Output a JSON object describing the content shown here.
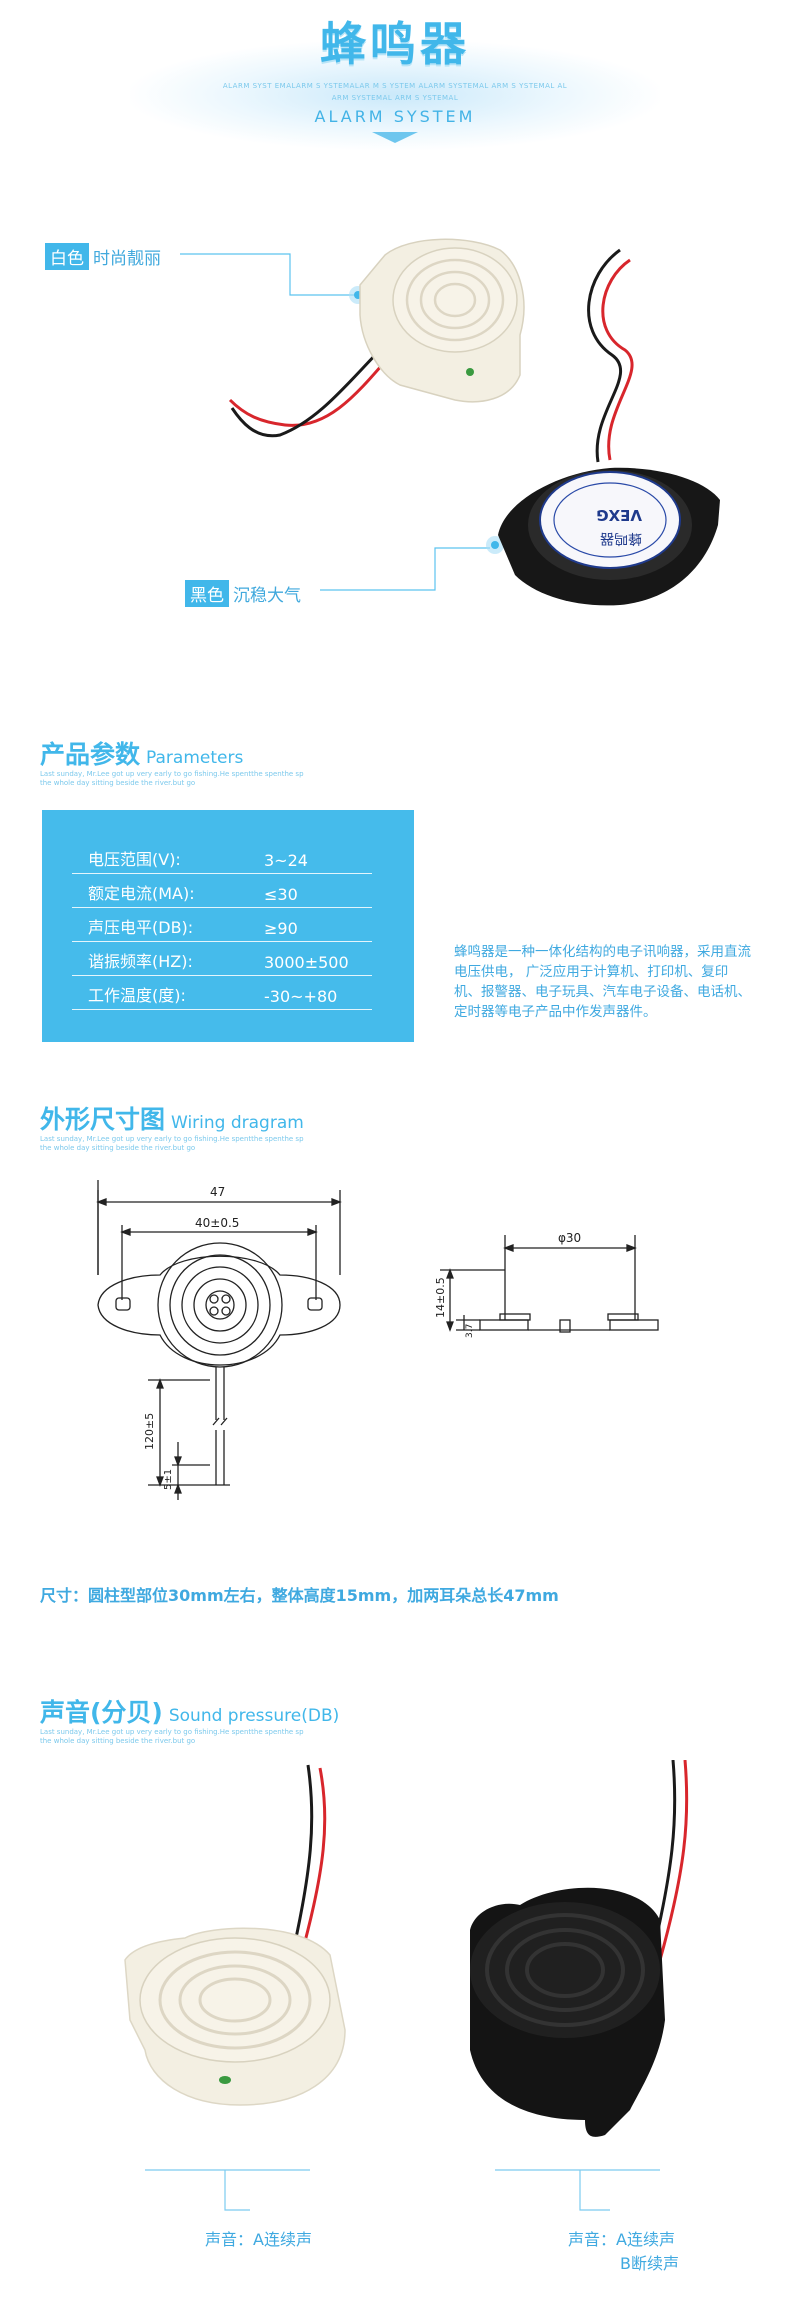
{
  "header": {
    "title": "蜂鸣器",
    "tiny_line1": "ALARM SYST EMALARM S YSTEMALAR M S YSTEM ALARM SYSTEMAL ARM S YSTEMAL AL",
    "tiny_line2": "ARM SYSTEMAL ARM S YSTEMAL",
    "subtitle": "ALARM SYSTEM"
  },
  "product_tags": {
    "white": {
      "pill": "白色",
      "text": "时尚靓丽"
    },
    "black": {
      "pill": "黑色",
      "text": "沉稳大气"
    }
  },
  "buzzer_label": {
    "brand": "VEXG",
    "cn": "蜂鸣器"
  },
  "params_section": {
    "title_cn": "产品参数",
    "title_en": "Parameters",
    "small_line1": "Last sunday, Mr.Lee got up very early to go fishing.He spentthe spenthe sp",
    "small_line2": "the whole day sitting beside the river.but go"
  },
  "params": [
    {
      "key": "电压范围(V):",
      "value": "3~24"
    },
    {
      "key": "额定电流(MA):",
      "value": "≤30"
    },
    {
      "key": "声压电平(DB):",
      "value": "≥90"
    },
    {
      "key": "谐振频率(HZ):",
      "value": "3000±500"
    },
    {
      "key": "工作温度(度):",
      "value": "-30~+80"
    }
  ],
  "description": "蜂鸣器是一种一体化结构的电子讯响器，采用直流电压供电， 广泛应用于计算机、打印机、复印机、报警器、电子玩具、汽车电子设备、电话机、定时器等电子产品中作发声器件。",
  "wiring_section": {
    "title_cn": "外形尺寸图",
    "title_en": "Wiring dragram",
    "small_line1": "Last sunday, Mr.Lee got up very early to go fishing.He spentthe spenthe sp",
    "small_line2": "the whole day sitting beside the river.but go"
  },
  "dimensions": {
    "total_width": "47",
    "hole_span": "40±0.5",
    "lead_length": "120±5",
    "lead_strip": "5±1",
    "diameter": "φ30",
    "height": "14±0.5",
    "base": "3.7"
  },
  "size_note": "尺寸：圆柱型部位30mm左右，整体高度15mm，加两耳朵总长47mm",
  "sound_section": {
    "title_cn": "声音(分贝)",
    "title_en": "Sound pressure(DB)",
    "small_line1": "Last sunday, Mr.Lee got up very early to go fishing.He spentthe spenthe sp",
    "small_line2": "the whole day sitting beside the river.but go"
  },
  "sound_labels": {
    "white_line1": "声音：A连续声",
    "black_line1": "声音：A连续声",
    "black_line2": "B断续声"
  },
  "colors": {
    "accent": "#41b7ea",
    "text_blue": "#3fa9e0",
    "wire_red": "#d8262c",
    "wire_black": "#1a1a1a"
  }
}
